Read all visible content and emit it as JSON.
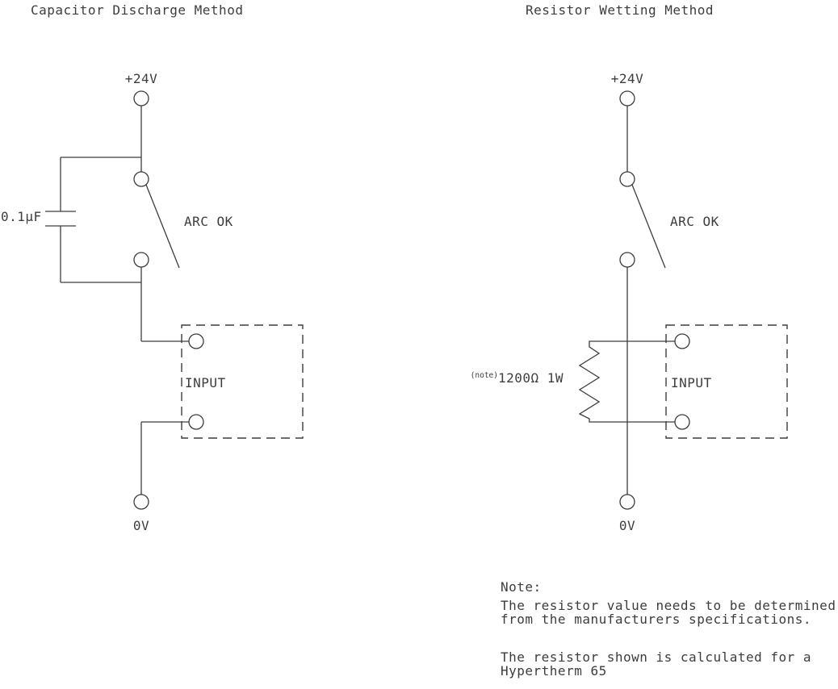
{
  "page": {
    "background": "#ffffff",
    "line_color": "#3d3d3d"
  },
  "left_diagram": {
    "title": "Capacitor Discharge Method",
    "supply_label": "+24V",
    "switch_label": "ARC OK",
    "capacitor_label": "0.1µF",
    "input_label": "INPUT",
    "ground_label": "0V"
  },
  "right_diagram": {
    "title": "Resistor Wetting Method",
    "supply_label": "+24V",
    "switch_label": "ARC OK",
    "resistor_note_ref": "(note)",
    "resistor_label": "1200Ω 1W",
    "input_label": "INPUT",
    "ground_label": "0V"
  },
  "note": {
    "heading": "Note:",
    "line1": "The resistor value needs to be determined",
    "line2": "from the manufacturers specifications.",
    "line3": "The resistor shown is calculated for a",
    "line4": "Hypertherm 65"
  }
}
